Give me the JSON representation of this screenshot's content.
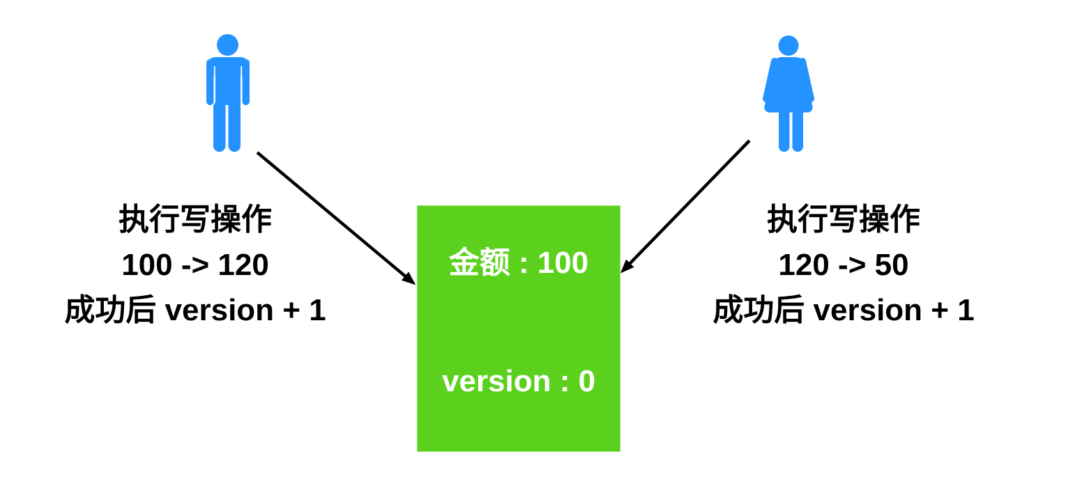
{
  "colors": {
    "background": "#ffffff",
    "person_blue": "#2492ff",
    "box_green": "#5bd11e",
    "box_border_green": "#8ee164",
    "box_text_white": "#ffffff",
    "note_text_black": "#000000",
    "arrow_black": "#000000"
  },
  "left_actor": {
    "icon": "male-person-icon",
    "note_line1": "执行写操作",
    "note_line2": "100 -> 120",
    "note_line3": "成功后 version + 1"
  },
  "right_actor": {
    "icon": "female-person-icon",
    "note_line1": "执行写操作",
    "note_line2": "120 -> 50",
    "note_line3": "成功后 version + 1"
  },
  "data_box": {
    "amount_label": "金额 : 100",
    "version_label": "version : 0"
  }
}
